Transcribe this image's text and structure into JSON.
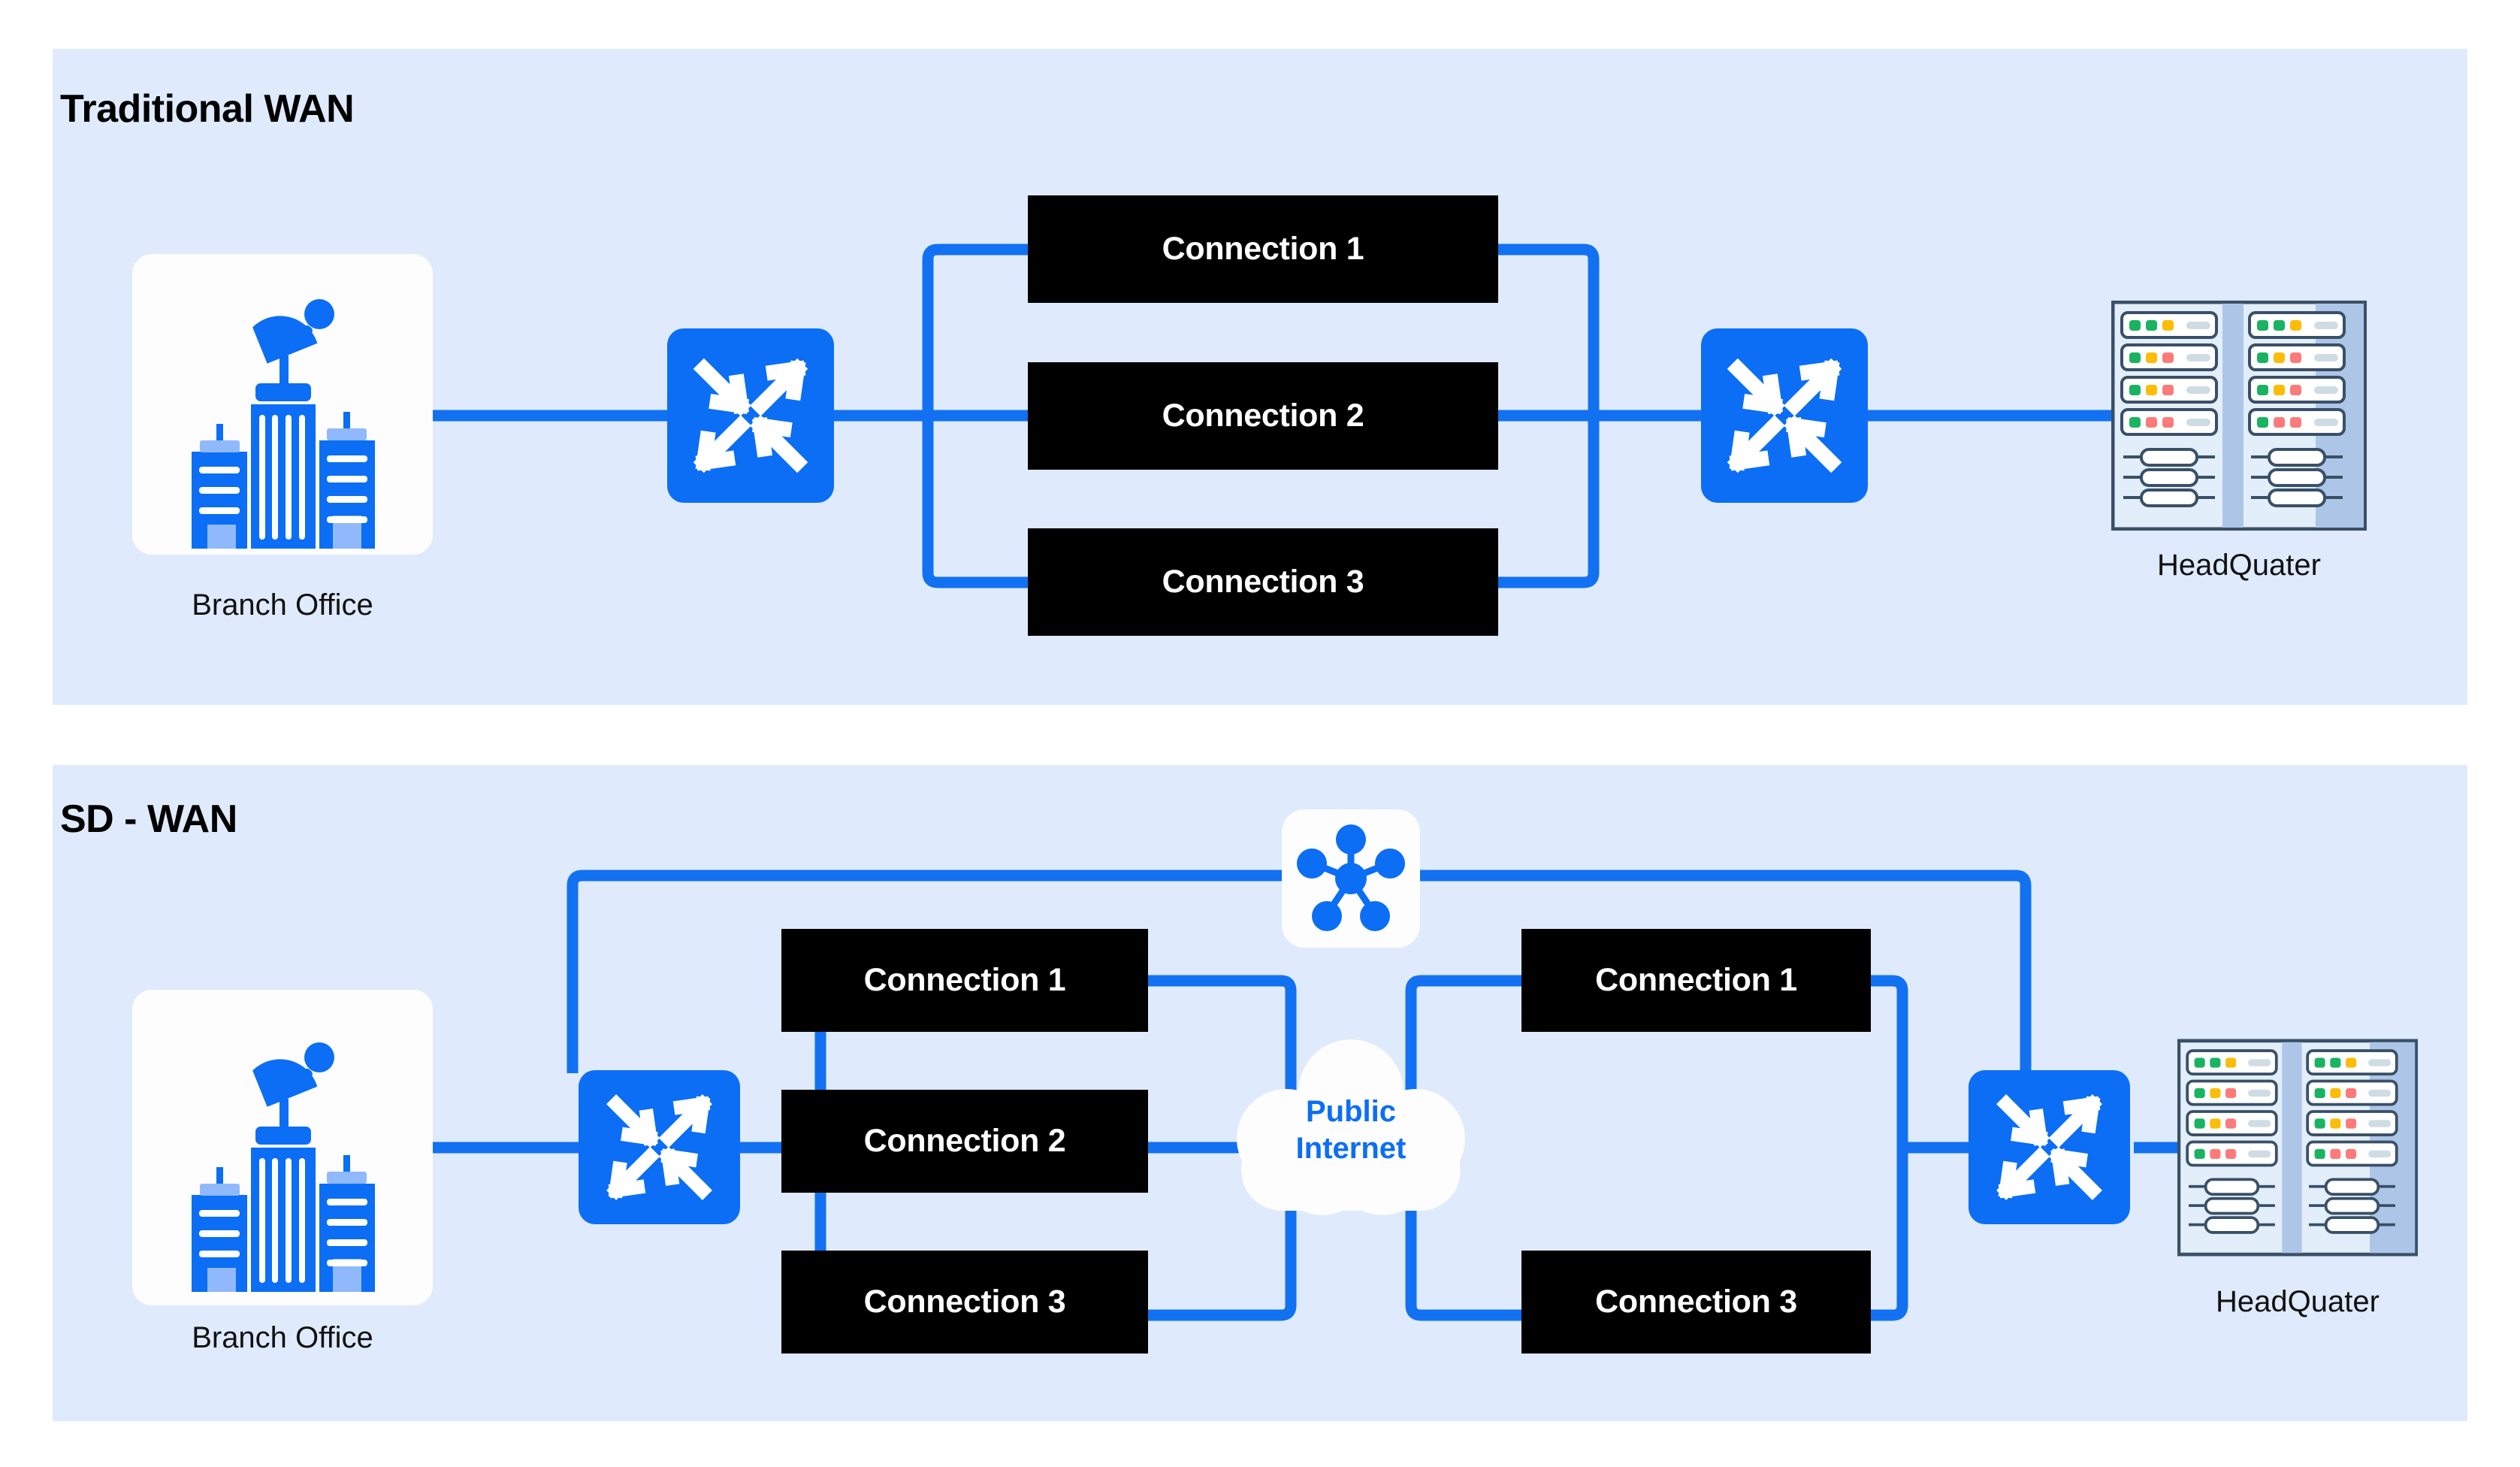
{
  "page": {
    "background": "#ffffff",
    "panel_background": "#dfeafc",
    "accent_blue": "#0b6ef5",
    "link_blue": "#1271f0",
    "box_black": "#000000",
    "card_white": "#fdfdfd"
  },
  "panels": [
    {
      "id": "traditional",
      "title": "Traditional WAN",
      "left_site": {
        "label": "Branch Office",
        "icon": "office-buildings-satellite-icon"
      },
      "left_device": {
        "icon": "router-switch-icon"
      },
      "connections": [
        {
          "label": "Connection 1"
        },
        {
          "label": "Connection 2"
        },
        {
          "label": "Connection 3"
        }
      ],
      "right_device": {
        "icon": "router-switch-icon"
      },
      "right_site": {
        "label": "HeadQuater",
        "icon": "server-rack-icon"
      }
    },
    {
      "id": "sdwan",
      "title": "SD - WAN",
      "left_site": {
        "label": "Branch Office",
        "icon": "office-buildings-satellite-icon"
      },
      "left_device": {
        "icon": "router-switch-icon"
      },
      "controller": {
        "icon": "network-hub-nodes-icon"
      },
      "connections_left": [
        {
          "label": "Connection 1"
        },
        {
          "label": "Connection 2"
        },
        {
          "label": "Connection 3"
        }
      ],
      "cloud": {
        "line1": "Public",
        "line2": "Internet",
        "icon": "cloud-icon"
      },
      "connections_right": [
        {
          "label": "Connection 1"
        },
        {
          "label": "Connection 3"
        }
      ],
      "right_device": {
        "icon": "router-switch-icon"
      },
      "right_site": {
        "label": "HeadQuater",
        "icon": "server-rack-icon"
      }
    }
  ],
  "server_rack": {
    "units": [
      {
        "leds": [
          "green",
          "green",
          "yellow"
        ]
      },
      {
        "leds": [
          "green",
          "yellow",
          "red"
        ]
      },
      {
        "leds": [
          "green",
          "yellow",
          "red"
        ]
      },
      {
        "leds": [
          "green",
          "red",
          "red"
        ]
      }
    ],
    "patch_rows": 3,
    "led_colors": {
      "green": "#19b362",
      "yellow": "#fbbd08",
      "red": "#fb7b7b",
      "slot": "#cfdce4"
    }
  }
}
